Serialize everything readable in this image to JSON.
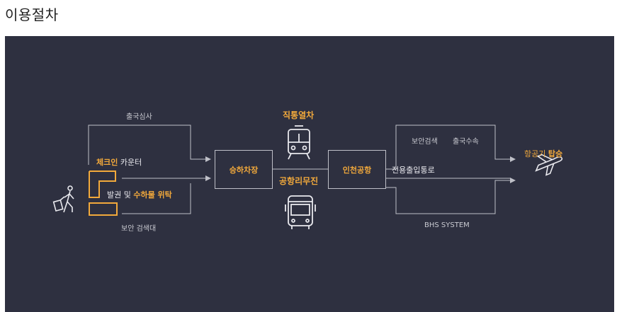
{
  "page": {
    "title": "이용절차"
  },
  "diagram": {
    "left_top_label": "출국심사",
    "left_bottom_label": "보안 검색대",
    "checkin_label_bold": "체크인",
    "checkin_label_rest": "카운터",
    "baggage_prefix": "발권 및",
    "baggage_bold": "수하물 위탁",
    "boarding_zone": "승하차장",
    "train_label": "직통열차",
    "bus_label": "공항리무진",
    "incheon": "인천공항",
    "dedicated_passage": "전용출입통로",
    "security_check": "보안검색",
    "departure_process": "출국수속",
    "bhs": "BHS SYSTEM",
    "board_prefix": "항공기",
    "board_bold": "탑승"
  },
  "colors": {
    "accent": "#f2a93b",
    "panel": "#2e3040",
    "line": "#bfc0c8"
  }
}
